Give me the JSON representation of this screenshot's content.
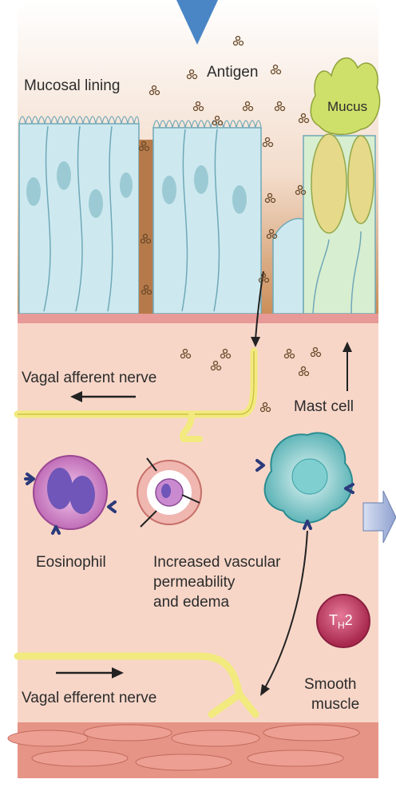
{
  "labels": {
    "antigen": "Antigen",
    "mucosal_lining": "Mucosal lining",
    "mucus": "Mucus",
    "vagal_afferent_nerve": "Vagal afferent nerve",
    "mast_cell": "Mast cell",
    "eosinophil": "Eosinophil",
    "vascular_l1": "Increased vascular",
    "vascular_l2": "permeability",
    "vascular_l3": "and edema",
    "th2_main": "T",
    "th2_sub": "H",
    "th2_tail": "2",
    "vagal_efferent_nerve": "Vagal efferent nerve",
    "smooth_l1": "Smooth",
    "smooth_l2": "muscle"
  },
  "colors": {
    "tissue": "#f7d6c8",
    "lumen_top": "#ffffff",
    "lumen_brown": "#c98b55",
    "epithelium": "#cde9ef",
    "epithelium_edge": "#6fa8b8",
    "basement": "#e79a97",
    "mucus": "#cfe06a",
    "nerve": "#f2ea7e",
    "muscle": "#e59486",
    "eosinophil": "#d9a3d4",
    "mast_cell": "#b9e3e3",
    "th2": "#c8456a",
    "arrow_blue": "#4a86c6",
    "receptor": "#2b3a7a"
  }
}
